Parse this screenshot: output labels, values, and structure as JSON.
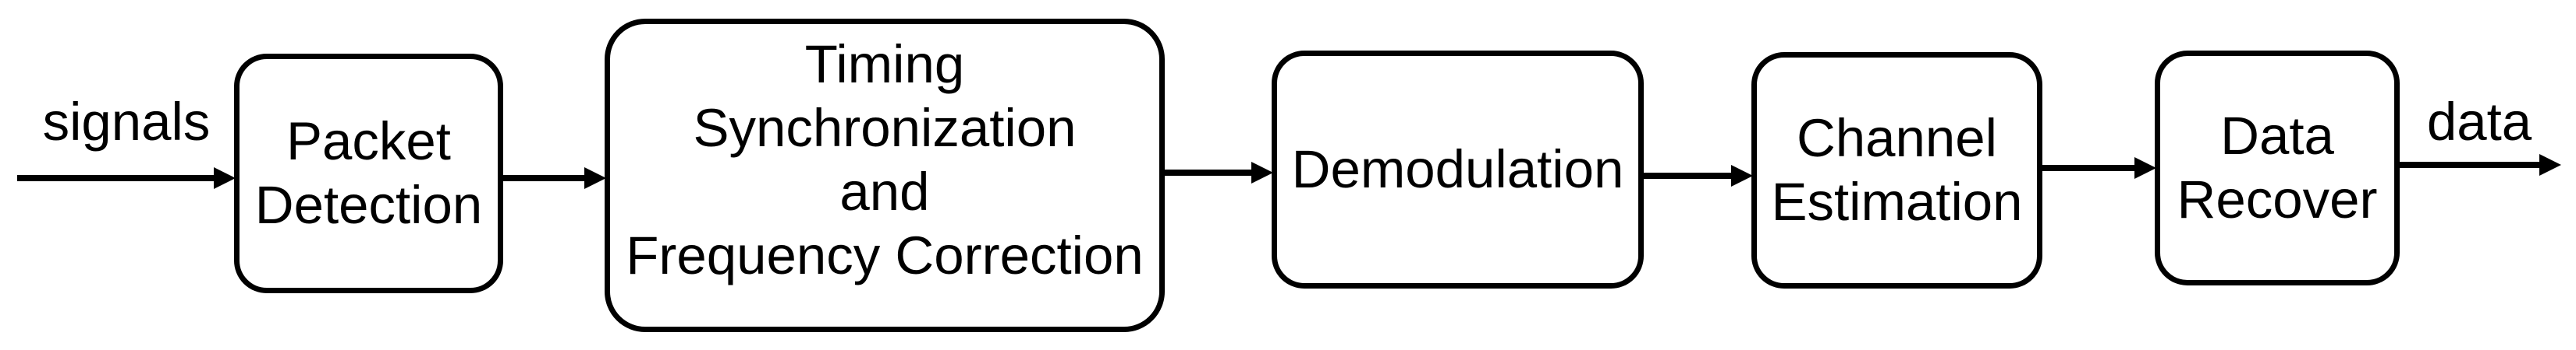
{
  "diagram": {
    "title": "receiver-block-diagram",
    "input_label": "signals",
    "output_label": "data",
    "blocks": [
      {
        "id": "packet-detection",
        "label": "Packet\nDetection"
      },
      {
        "id": "timing-sync-frequency-correction",
        "label": "Timing\nSynchronization\nand\nFrequency Correction"
      },
      {
        "id": "demodulation",
        "label": "Demodulation"
      },
      {
        "id": "channel-estimation",
        "label": "Channel\nEstimation"
      },
      {
        "id": "data-recover",
        "label": "Data\nRecover"
      }
    ],
    "colors": {
      "stroke": "#000000",
      "fill": "#ffffff",
      "text": "#000000",
      "background": "#ffffff"
    }
  }
}
